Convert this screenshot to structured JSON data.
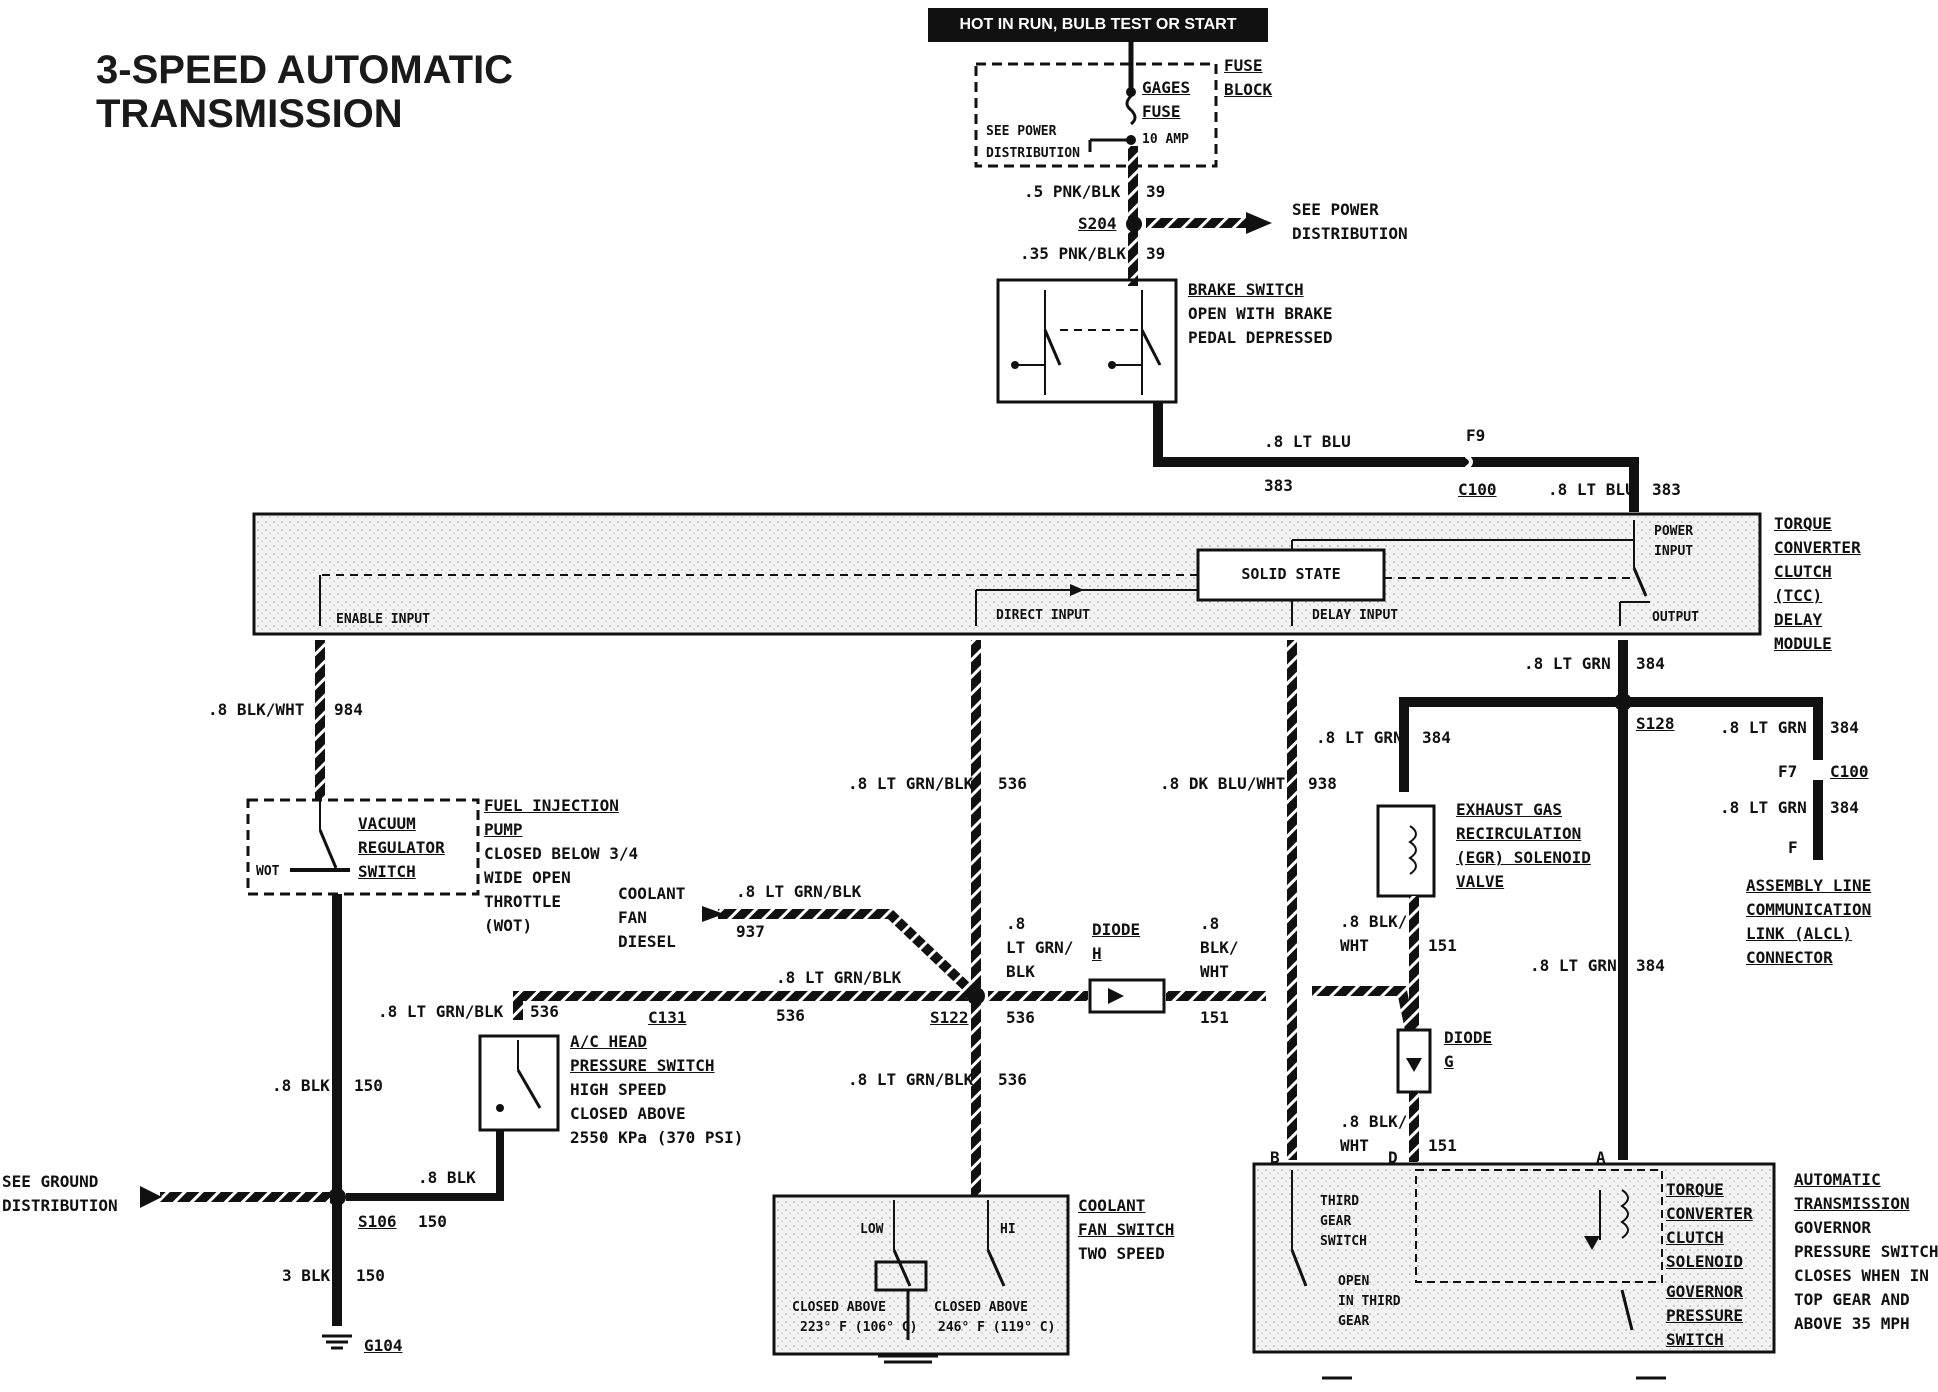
{
  "title": {
    "line1": "3-SPEED AUTOMATIC",
    "line2": "TRANSMISSION"
  },
  "banner": "HOT IN RUN,   BULB TEST OR START",
  "fuse_block": {
    "label1": "FUSE",
    "label2": "BLOCK",
    "fuse_name1": "GAGES",
    "fuse_name2": "FUSE",
    "rating": "10 AMP",
    "see1": "SEE POWER",
    "see2": "DISTRIBUTION"
  },
  "wires": {
    "w1": ".5 PNK/BLK",
    "w1n": "39",
    "s204": "S204",
    "see_power1": "SEE POWER",
    "see_power2": "DISTRIBUTION",
    "w2": ".35 PNK/BLK",
    "w2n": "39",
    "w3": ".8 LT BLU",
    "w3n": "383",
    "f9": "F9",
    "c100a": "C100",
    "w4": ".8 LT BLU",
    "w4n": "383",
    "w5": ".8 LT GRN",
    "w5n": "384",
    "w6": ".8 BLK/WHT",
    "w6n": "984",
    "w7": ".8 LT GRN/BLK",
    "w7n": "536",
    "w8": ".8 DK BLU/WHT",
    "w8n": "938",
    "w9": ".8 LT GRN",
    "w9n": "384",
    "s128": "S128",
    "w10": ".8 LT GRN",
    "w10n": "384",
    "f7": "F7",
    "c100b": "C100",
    "w11": ".8 LT GRN",
    "w11n": "384",
    "f": "F",
    "w12": ".8 LT GRN/BLK",
    "w12n": "937",
    "coolant1": "COOLANT",
    "coolant2": "FAN",
    "coolant3": "DIESEL",
    "w13": ".8 LT GRN/BLK",
    "w13n": "536",
    "w14": ".8 LT GRN/BLK",
    "w14n": "536",
    "c131": "C131",
    "s122": "S122",
    "w15n": "536",
    "w16a": ".8",
    "w16b": "LT GRN/",
    "w16c": "BLK",
    "diode_h1": "DIODE",
    "diode_h2": "H",
    "w17a": ".8",
    "w17b": "BLK/",
    "w17c": "WHT",
    "w17n": "151",
    "w18a": ".8 BLK/",
    "w18b": "WHT",
    "w18n": "151",
    "diode_g1": "DIODE",
    "diode_g2": "G",
    "w19": ".8 LT GRN",
    "w19n": "384",
    "w20": ".8 LT GRN/BLK",
    "w20n": "536",
    "w21": ".8 BLK",
    "w21n": "150",
    "w22": ".8 BLK",
    "w22n": "150",
    "see_ground1": "SEE GROUND",
    "see_ground2": "DISTRIBUTION",
    "s106": "S106",
    "w23n": "150",
    "w24": "3 BLK",
    "w24n": "150",
    "g104": "G104",
    "w25a": ".8 BLK/",
    "w25b": "WHT",
    "w25n": "151",
    "pin_b": "B",
    "pin_d": "D",
    "pin_a": "A"
  },
  "brake_switch": {
    "name": "BRAKE SWITCH",
    "desc1": "OPEN WITH BRAKE",
    "desc2": "PEDAL DEPRESSED"
  },
  "tcc_module": {
    "name1": "TORQUE",
    "name2": "CONVERTER",
    "name3": "CLUTCH",
    "name4": "(TCC)",
    "name5": "DELAY",
    "name6": "MODULE",
    "solid_state": "SOLID STATE",
    "power1": "POWER",
    "power2": "INPUT",
    "enable": "ENABLE INPUT",
    "direct": "DIRECT INPUT",
    "delay": "DELAY INPUT",
    "output": "OUTPUT"
  },
  "vacuum_switch": {
    "l1": "VACUUM",
    "l2": "REGULATOR",
    "l3": "SWITCH",
    "wot": "WOT",
    "d1": "FUEL INJECTION",
    "d2": "PUMP",
    "d3": "CLOSED BELOW 3/4",
    "d4": "WIDE OPEN",
    "d5": "THROTTLE",
    "d6": "(WOT)"
  },
  "egr": {
    "l1": "EXHAUST GAS",
    "l2": "RECIRCULATION",
    "l3": "(EGR) SOLENOID",
    "l4": "VALVE"
  },
  "alcl": {
    "l1": "ASSEMBLY LINE",
    "l2": "COMMUNICATION",
    "l3": "LINK (ALCL)",
    "l4": "CONNECTOR"
  },
  "ac_switch": {
    "l1": "A/C HEAD",
    "l2": "PRESSURE SWITCH",
    "l3": "HIGH SPEED",
    "l4": "CLOSED ABOVE",
    "l5": "2550 KPa (370 PSI)"
  },
  "coolant_switch": {
    "l1": "COOLANT",
    "l2": "FAN SWITCH",
    "l3": "TWO SPEED",
    "low": "LOW",
    "hi": "HI",
    "c1a": "CLOSED ABOVE",
    "c1b": "223° F (106° C)",
    "c2a": "CLOSED ABOVE",
    "c2b": "246° F (119° C)"
  },
  "transmission": {
    "third1": "THIRD",
    "third2": "GEAR",
    "third3": "SWITCH",
    "open1": "OPEN",
    "open2": "IN THIRD",
    "open3": "GEAR",
    "tcc1": "TORQUE",
    "tcc2": "CONVERTER",
    "tcc3": "CLUTCH",
    "tcc4": "SOLENOID",
    "gov1": "GOVERNOR",
    "gov2": "PRESSURE",
    "gov3": "SWITCH",
    "d1": "AUTOMATIC",
    "d2": "TRANSMISSION",
    "d3": "GOVERNOR",
    "d4": "PRESSURE SWITCH",
    "d5": "CLOSES WHEN IN",
    "d6": "TOP GEAR AND",
    "d7": "ABOVE 35 MPH"
  }
}
